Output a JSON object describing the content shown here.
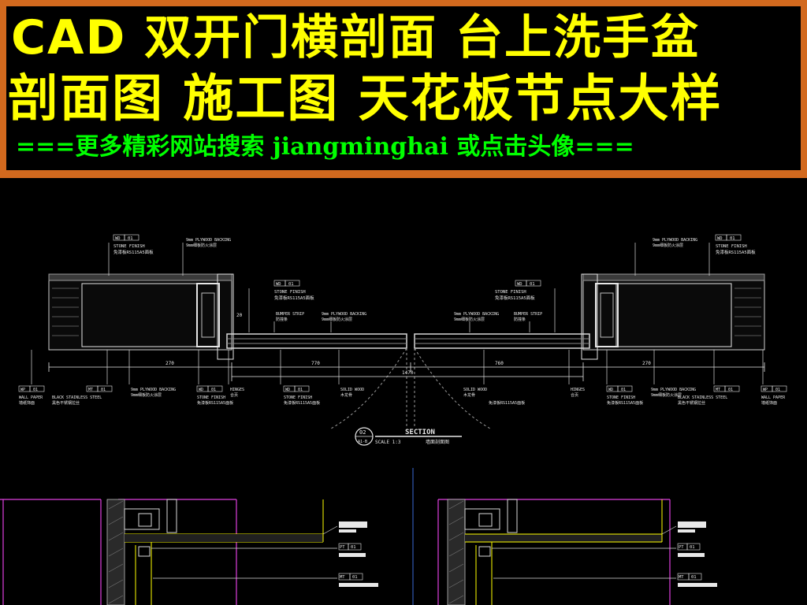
{
  "banner": {
    "line1": "CAD 双开门横剖面 台上洗手盆",
    "line2": "剖面图 施工图 天花板节点大样",
    "line3": "===更多精彩网站搜索 jiangminghai 或点击头像==="
  },
  "drawing": {
    "title": "SECTION",
    "subtitle": "墙面剖面图",
    "scale": "SCALE 1:3",
    "marker_top": "02",
    "marker_bottom": "A1-B",
    "tags": {
      "wd": "WD",
      "wp": "WP",
      "mt": "MT",
      "pt": "PT",
      "num": "01"
    },
    "notes": {
      "stone_finish": "STONE FINISH",
      "stone_cn": "免漆板RS115A5面板",
      "plywood": "9mm PLYWOOD BACKING",
      "plywood_cn": "9mm细板防火涂层",
      "wall_paper": "WALL PAPER",
      "wall_paper_cn": "墙纸饰面",
      "stainless": "BLACK STAINLESS STEEL",
      "stainless_cn": "黑色不锈钢拉丝",
      "bumper": "BUMPER STRIP",
      "bumper_cn": "防撞条",
      "hinge": "HINGES",
      "hinge_cn": "合页",
      "solid_wood": "SOLID WOOD",
      "solid_wood_cn": "木龙骨"
    },
    "dims": {
      "d1": "270",
      "d2": "770",
      "d3": "1470",
      "d4": "760",
      "d5": "270",
      "d6": "20"
    }
  }
}
